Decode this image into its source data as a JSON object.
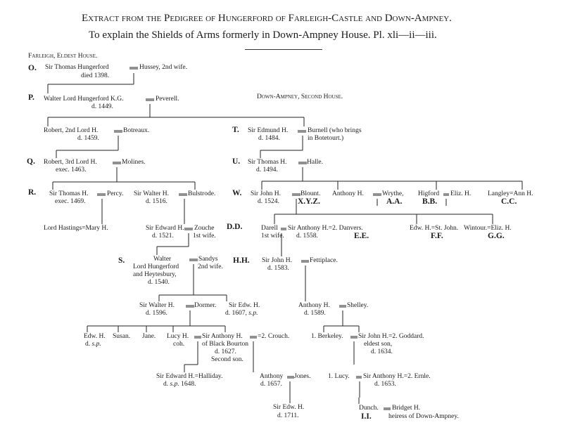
{
  "title": {
    "line1": "Extract from the Pedigree of Hungerford of Farleigh-Castle and Down-Ampney.",
    "line2": "To explain the Shields of Arms formerly in Down-Ampney House.  Pl. xli—ii—iii."
  },
  "houses": {
    "farleigh": "Farleigh, Eldest House.",
    "down_ampney": "Down-Ampney, Second House."
  },
  "generations": {
    "O": "O.",
    "P": "P.",
    "Q": "Q.",
    "R": "R.",
    "S": "S.",
    "T": "T.",
    "U": "U.",
    "W": "W.",
    "DD": "D.D.",
    "HH": "H.H."
  },
  "persons": {
    "thomas_hussey": [
      "Sir Thomas Hungerford",
      "Hussey, 2nd wife.",
      "died 1398."
    ],
    "walter_peverell": [
      "Walter Lord Hungerford K.G.",
      "Peverell.",
      "d. 1449."
    ],
    "robert_botreaux": [
      "Robert, 2nd Lord H.",
      "Botreaux.",
      "d. 1459."
    ],
    "robert_molines": [
      "Robert, 3rd Lord H.",
      "Molines.",
      "exec. 1463."
    ],
    "thomas_percy": [
      "Sir Thomas H.",
      "Percy.",
      "exec. 1469."
    ],
    "walter_bulstrode": [
      "Sir Walter H.",
      "Bulstrode.",
      "d. 1516."
    ],
    "hastings": "Lord Hastings=Mary H.",
    "edward_zouche": [
      "Sir Edward H.",
      "Zouche",
      "d. 1521.",
      "1st wife."
    ],
    "walter_sandys": [
      "Walter",
      "Lord Hungerford",
      "and Heytesbury,",
      "d. 1540.",
      "Sandys",
      "2nd wife."
    ],
    "walter_dormer": [
      "Sir Walter H.",
      "Dormer.",
      "d. 1596."
    ],
    "edw_1607": [
      "Sir Edw. H.",
      "d. 1607,",
      "s.p."
    ],
    "edmund_burnell": [
      "Sir Edmund H.",
      "Burnell (who brings",
      "d. 1484.",
      "in Botetourt.)"
    ],
    "thomas_halle": [
      "Sir Thomas H.",
      "Halle.",
      "d. 1494."
    ],
    "john_blount": [
      "Sir John H.",
      "Blount.",
      "d. 1524.",
      "X.Y.Z."
    ],
    "anthony_wrythe": [
      "Anthony H.",
      "Wrythe,",
      "A.A."
    ],
    "higford": [
      "Higford",
      "Eliz. H.",
      "B.B."
    ],
    "langley": [
      "Langley=Ann H.",
      "C.C."
    ],
    "darell_anthony": [
      "Darell",
      "Sir Anthony H.=2. Danvers.",
      "1st wife.",
      "d. 1558.",
      "E.E."
    ],
    "edw_stjohn": [
      "Edw. H.=St. John.",
      "F.F."
    ],
    "wintour": [
      "Wintour.=Eliz. H.",
      "G.G."
    ],
    "john_fettiplace": [
      "Sir John H.",
      "Fettiplace.",
      "d. 1583."
    ],
    "anthony_shelley": [
      "Anthony H.",
      "Shelley.",
      "d. 1589."
    ],
    "edw_sp": [
      "Edw. H.",
      "d.",
      "s.p."
    ],
    "susan": "Susan.",
    "jane": "Jane.",
    "lucy_coh": [
      "Lucy H.",
      "coh."
    ],
    "anthony_black_bourton": [
      "Sir Anthony H.",
      "=2. Crouch.",
      "of Black Bourton",
      "d. 1627.",
      "Second son."
    ],
    "berkeley_john": [
      "1. Berkeley.",
      "Sir John H.=2. Goddard.",
      "eldest son,",
      "d. 1634."
    ],
    "edward_halliday": [
      "Sir Edward H.=Halliday.",
      "d.",
      "s.p.",
      "1648."
    ],
    "anthony_jones": [
      "Anthony",
      "Jones.",
      "d. 1657."
    ],
    "lucy_anthony_ernle": [
      "1. Lucy.",
      "Sir Anthony H.=2. Ernle.",
      "d. 1653."
    ],
    "edw_1711": [
      "Sir Edw. H.",
      "d. 1711."
    ],
    "dunch_bridget": [
      "Dunch.",
      "Bridget H.",
      "I.I.",
      "heiress of Down-Ampney."
    ]
  }
}
